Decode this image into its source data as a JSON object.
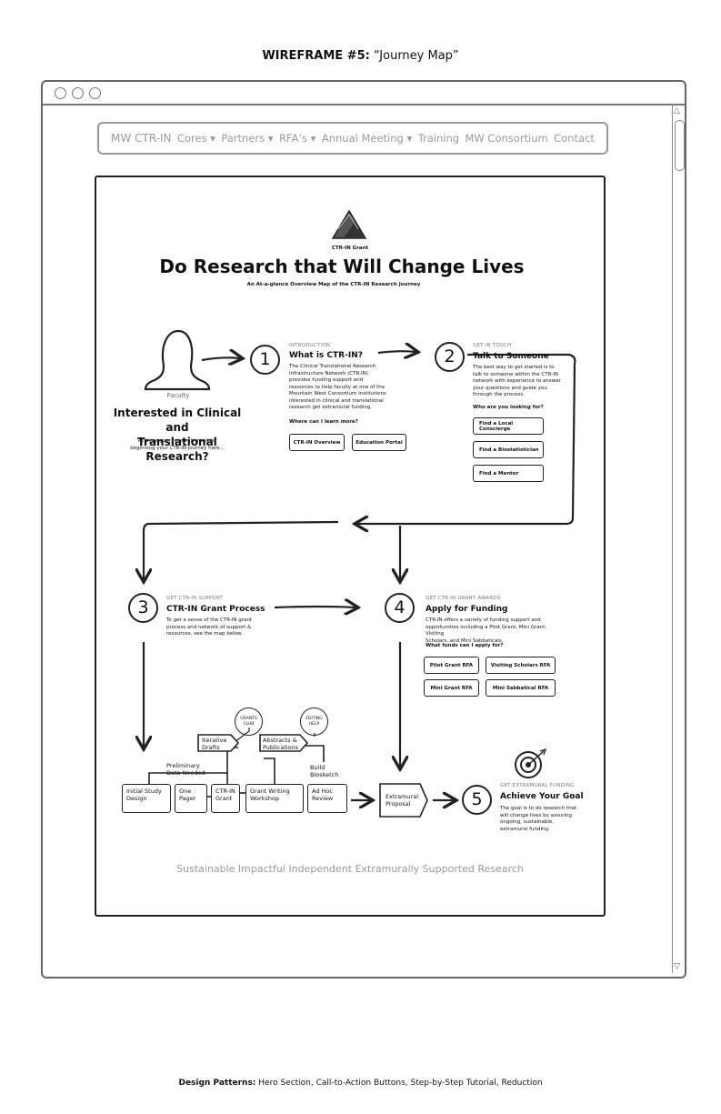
{
  "page_title": {
    "prefix": "WIREFRAME #5:",
    "name": "“Journey Map”"
  },
  "nav": {
    "brand": "MW CTR-IN",
    "items": [
      "Cores ▾",
      "Partners ▾",
      "RFA’s ▾",
      "Annual Meeting ▾",
      "Training",
      "MW Consortium",
      "Contact"
    ]
  },
  "hero": {
    "eyebrow": "CTR-IN Grant",
    "title": "Do Research that Will Change Lives",
    "subtitle": "An At-a-glance Overview Map of the CTR-IN Research Journey"
  },
  "faculty": {
    "caption": "Faculty",
    "heading_line1": "Interested in Clinical and",
    "heading_line2": "Translational Research?",
    "text_line1": "Achieve your research goals by",
    "text_line2": "beginning your CTR-IN journey here..."
  },
  "step1": {
    "number": "1",
    "eyebrow": "INTRODUCTION",
    "title": "What is CTR-IN?",
    "body": [
      "The Clinical Translational Research",
      "Infrastructure Network (CTR-IN)",
      "provides funding support and",
      "resources to help faculty at one of the",
      "Mountain West Consortium Institutions",
      "interested in clinical and translational",
      "research get extramural funding."
    ],
    "question": "Where can I learn more?",
    "buttons": [
      "CTR-IN Overview",
      "Education Portal"
    ]
  },
  "step2": {
    "number": "2",
    "eyebrow": "GET IN TOUCH",
    "title": "Talk to Someone",
    "body": [
      "The best way to get started is to",
      "talk to someone within the CTR-IN",
      "network with experience to answer",
      "your questions and guide you",
      "through the process."
    ],
    "question": "Who are you looking for?",
    "buttons": [
      "Find a Local Conscierge",
      "Find a Biostatistician",
      "Find a Mentor"
    ]
  },
  "step3": {
    "number": "3",
    "eyebrow": "GET CTR-IN SUPPORT",
    "title": "CTR-IN Grant Process",
    "body": [
      "To get a sense of the CTR-IN grant",
      "process and network of support &",
      "resources, see the map below."
    ]
  },
  "step4": {
    "number": "4",
    "eyebrow": "GET CTR-IN GRANT AWARDS",
    "title": "Apply for Funding",
    "body": [
      "CTR-IN offers a variety of funding support and",
      "opportunities including a Pilot Grant, Mini Grant, Visiting",
      "Scholars, and Mini Sabbaticals."
    ],
    "question": "What funds can I apply for?",
    "buttons": [
      "Pilot Grant RFA",
      "Visiting Scholars RFA",
      "Mini Grant RFA",
      "Mini Sabbatical RFA"
    ]
  },
  "step5": {
    "number": "5",
    "eyebrow": "GET EXTRAMURAL FUNDING",
    "title": "Achieve Your Goal",
    "body": [
      "The goal is to do research that",
      "will change lives by assuring",
      "ongoing, sustainable,",
      "extramural funding."
    ]
  },
  "process": {
    "boxes": [
      "Initial Study\nDesign",
      "One\nPager",
      "CTR-IN\nGrant",
      "Grant Writing\nWorkshop",
      "Ad Hoc\nReview",
      "Extramural\nProposal"
    ],
    "flags": [
      "Iterative\nDrafts",
      "Abstracts &\nPublications"
    ],
    "labels": [
      "Preliminary\nData Needed",
      "Build\nBiosketch"
    ],
    "bubbles": [
      "GRANTS\nCLUB",
      "EDITING\nHELP"
    ]
  },
  "tagline": "Sustainable Impactful Independent Extramurally Supported Research",
  "footer": {
    "label": "Design Patterns:",
    "text": " Hero Section, Call-to-Action Buttons, Step-by-Step Tutorial, Reduction"
  }
}
